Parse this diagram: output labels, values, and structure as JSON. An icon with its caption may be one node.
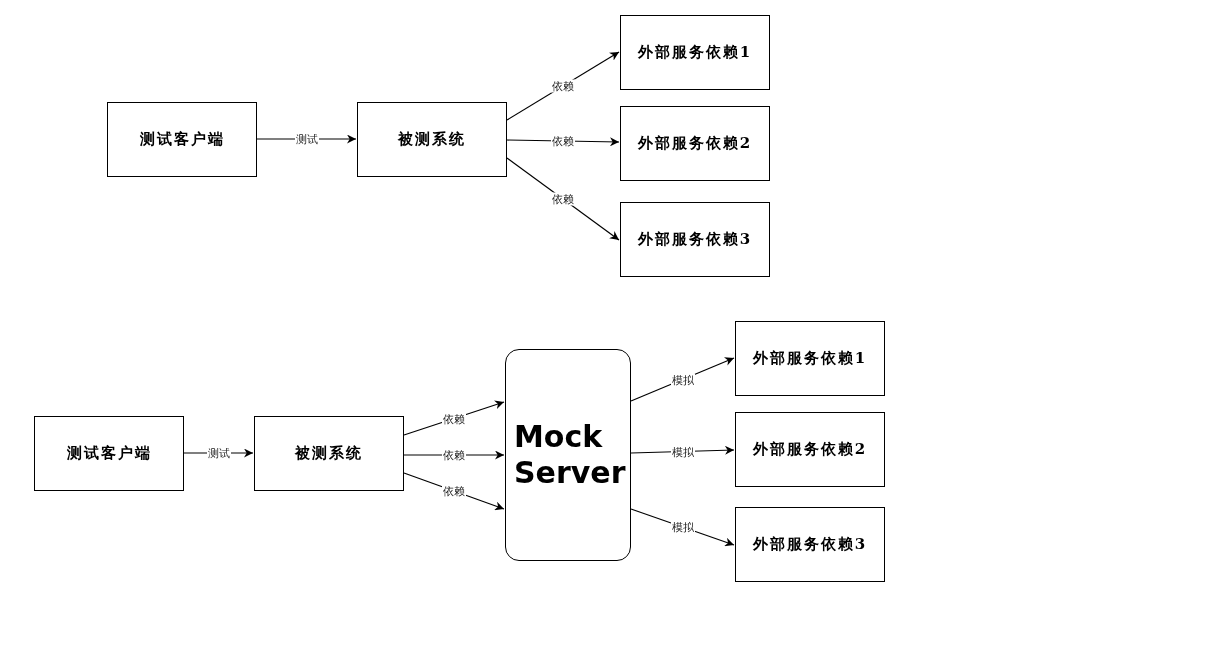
{
  "diagram": {
    "nodes": [
      {
        "text": [
          "测试客户端"
        ]
      },
      {
        "text": [
          "被测系统"
        ]
      },
      {
        "text": [
          "外部服务依赖1"
        ]
      },
      {
        "text": [
          "外部服务依赖2"
        ]
      },
      {
        "text": [
          "外部服务依赖3"
        ]
      },
      {
        "text": [
          "测试客户端"
        ]
      },
      {
        "text": [
          "被测系统"
        ]
      },
      {
        "text": [
          "Mock Server"
        ]
      },
      {
        "text": [
          "外部服务依赖1"
        ]
      },
      {
        "text": [
          "外部服务依赖2"
        ]
      },
      {
        "text": [
          "外部服务依赖3"
        ]
      }
    ],
    "edges": [
      {
        "from": 0,
        "to": 1,
        "arrow": "to",
        "label": "测试"
      },
      {
        "from": 1,
        "to": 2,
        "arrow": "to",
        "label": "依赖"
      },
      {
        "from": 1,
        "to": 3,
        "arrow": "to",
        "label": "依赖"
      },
      {
        "from": 1,
        "to": 4,
        "arrow": "to",
        "label": "依赖"
      },
      {
        "from": 5,
        "to": 6,
        "arrow": "to",
        "label": "测试"
      },
      {
        "from": 6,
        "to": 7,
        "arrow": "to",
        "label": "依赖"
      },
      {
        "from": 6,
        "to": 7,
        "arrow": "to",
        "label": "依赖"
      },
      {
        "from": 6,
        "to": 7,
        "arrow": "to",
        "label": "依赖"
      },
      {
        "from": 7,
        "to": 8,
        "arrow": "to",
        "label": "模拟"
      },
      {
        "from": 7,
        "to": 9,
        "arrow": "to",
        "label": "模拟"
      },
      {
        "from": 7,
        "to": 10,
        "arrow": "to",
        "label": "模拟"
      }
    ]
  }
}
